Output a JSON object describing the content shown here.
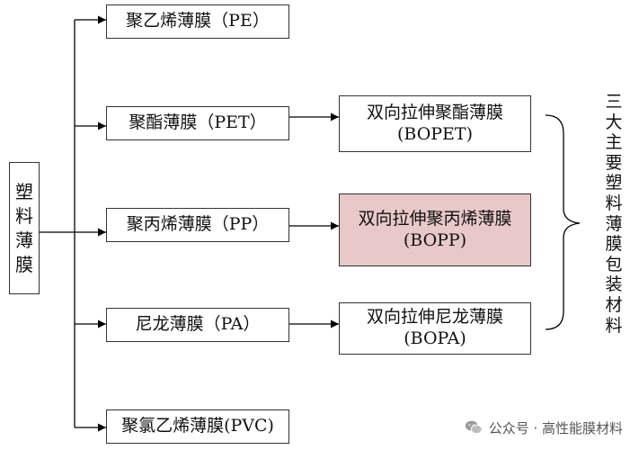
{
  "root": {
    "chars": [
      "塑",
      "料",
      "薄",
      "膜"
    ]
  },
  "films": [
    {
      "label": "聚乙烯薄膜（PE）"
    },
    {
      "label": "聚酯薄膜（PET）"
    },
    {
      "label": "聚丙烯薄膜（PP）"
    },
    {
      "label": "尼龙薄膜（PA）"
    },
    {
      "label": "聚氯乙烯薄膜(PVC)"
    }
  ],
  "stretched": [
    {
      "name": "双向拉伸聚酯薄膜",
      "code": "(BOPET)"
    },
    {
      "name": "双向拉伸聚丙烯薄膜",
      "code": "(BOPP)"
    },
    {
      "name": "双向拉伸尼龙薄膜",
      "code": "(BOPA)"
    }
  ],
  "brace_label": [
    "三",
    "大",
    "主",
    "要",
    "塑",
    "料",
    "薄",
    "膜",
    "包",
    "装",
    "材",
    "料"
  ],
  "watermark": {
    "text": "公众号 · 高性能膜材料",
    "icon": "wechat-icon"
  },
  "colors": {
    "highlight": "#e8c8c8",
    "line": "#000000",
    "border": "#333333"
  }
}
